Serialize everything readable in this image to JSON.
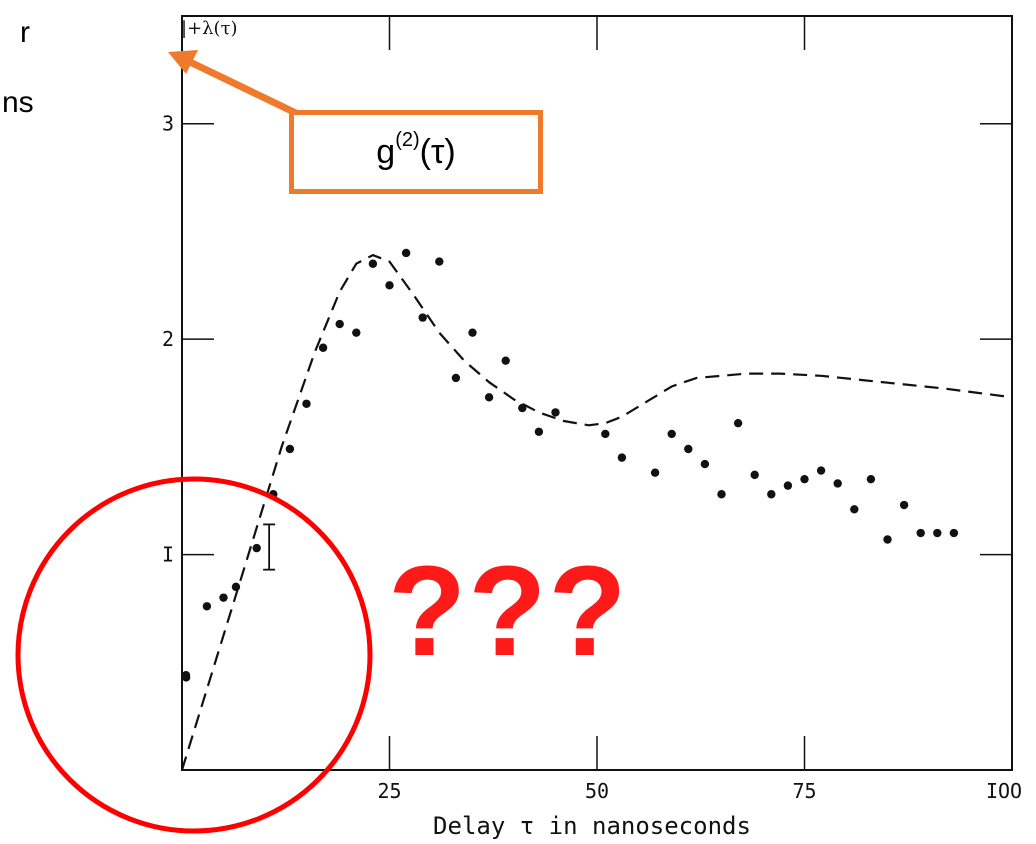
{
  "fragments": {
    "left_cut_1": "r",
    "left_cut_2": "ns"
  },
  "callout": {
    "base": "g",
    "sup": "(2)",
    "arg": "(τ)",
    "border_color": "#f07a2c"
  },
  "question": {
    "text": "???",
    "color": "#ff1a1a"
  },
  "circle": {
    "color": "#ff0000"
  },
  "chart_data": {
    "type": "scatter",
    "title": "",
    "xlabel": "Delay τ in nanoseconds",
    "ylabel": "|+λ(τ)",
    "xlim": [
      0,
      100
    ],
    "ylim": [
      0,
      3.5
    ],
    "x_ticks": [
      25,
      50,
      75,
      100
    ],
    "x_tick_labels": [
      "25",
      "50",
      "75",
      "IOO"
    ],
    "y_ticks": [
      1,
      2,
      3
    ],
    "y_tick_labels": [
      "I",
      "2",
      "3"
    ],
    "grid": false,
    "series": [
      {
        "style": "points",
        "x": [
          0,
          0.5,
          3,
          5,
          6.5,
          9,
          11,
          13,
          15,
          17,
          19,
          21,
          23,
          25,
          27,
          29,
          31,
          33,
          35,
          37,
          39,
          41,
          43,
          45,
          51,
          53,
          57,
          59,
          61,
          63,
          65,
          67,
          69,
          71,
          73,
          75,
          77,
          79,
          81,
          83,
          85,
          87,
          89,
          91,
          93
        ],
        "y": [
          0.44,
          0.43,
          0.76,
          0.8,
          0.85,
          1.03,
          1.28,
          1.49,
          1.7,
          1.96,
          2.07,
          2.03,
          2.35,
          2.25,
          2.4,
          2.1,
          2.36,
          1.82,
          2.03,
          1.73,
          1.9,
          1.68,
          1.57,
          1.66,
          1.56,
          1.45,
          1.38,
          1.56,
          1.49,
          1.42,
          1.28,
          1.61,
          1.37,
          1.28,
          1.32,
          1.35,
          1.39,
          1.33,
          1.21,
          1.35,
          1.07,
          1.23,
          1.1,
          1.1,
          1.1
        ]
      },
      {
        "style": "dashed-line",
        "x": [
          0,
          4,
          8,
          12,
          16,
          19,
          21,
          23,
          25,
          28,
          31,
          34,
          37,
          40,
          43,
          46,
          49,
          51,
          53,
          56,
          59,
          62,
          65,
          68,
          72,
          77,
          82,
          87,
          92,
          96,
          100
        ],
        "y": [
          0,
          0.5,
          1.0,
          1.5,
          1.94,
          2.22,
          2.35,
          2.39,
          2.36,
          2.2,
          2.03,
          1.9,
          1.8,
          1.72,
          1.66,
          1.62,
          1.6,
          1.61,
          1.64,
          1.71,
          1.78,
          1.82,
          1.83,
          1.84,
          1.84,
          1.83,
          1.81,
          1.79,
          1.77,
          1.75,
          1.73
        ]
      }
    ],
    "error_bar": {
      "x": 10.5,
      "y_low": 0.93,
      "y_high": 1.14
    }
  }
}
